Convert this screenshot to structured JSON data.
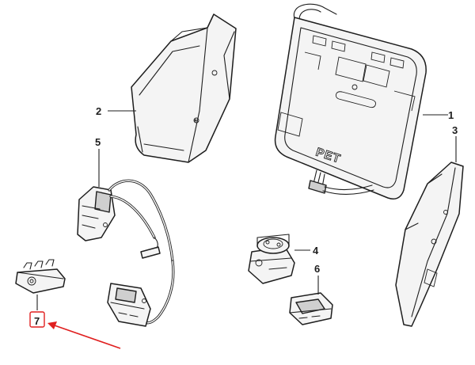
{
  "callouts": {
    "c1": "1",
    "c2": "2",
    "c3": "3",
    "c4": "4",
    "c5": "5",
    "c6": "6",
    "c7": "7"
  },
  "stamp_text": "PET",
  "colors": {
    "line": "#1e1e1e",
    "highlight": "#e01f1f",
    "part_fill": "#f4f4f4"
  }
}
